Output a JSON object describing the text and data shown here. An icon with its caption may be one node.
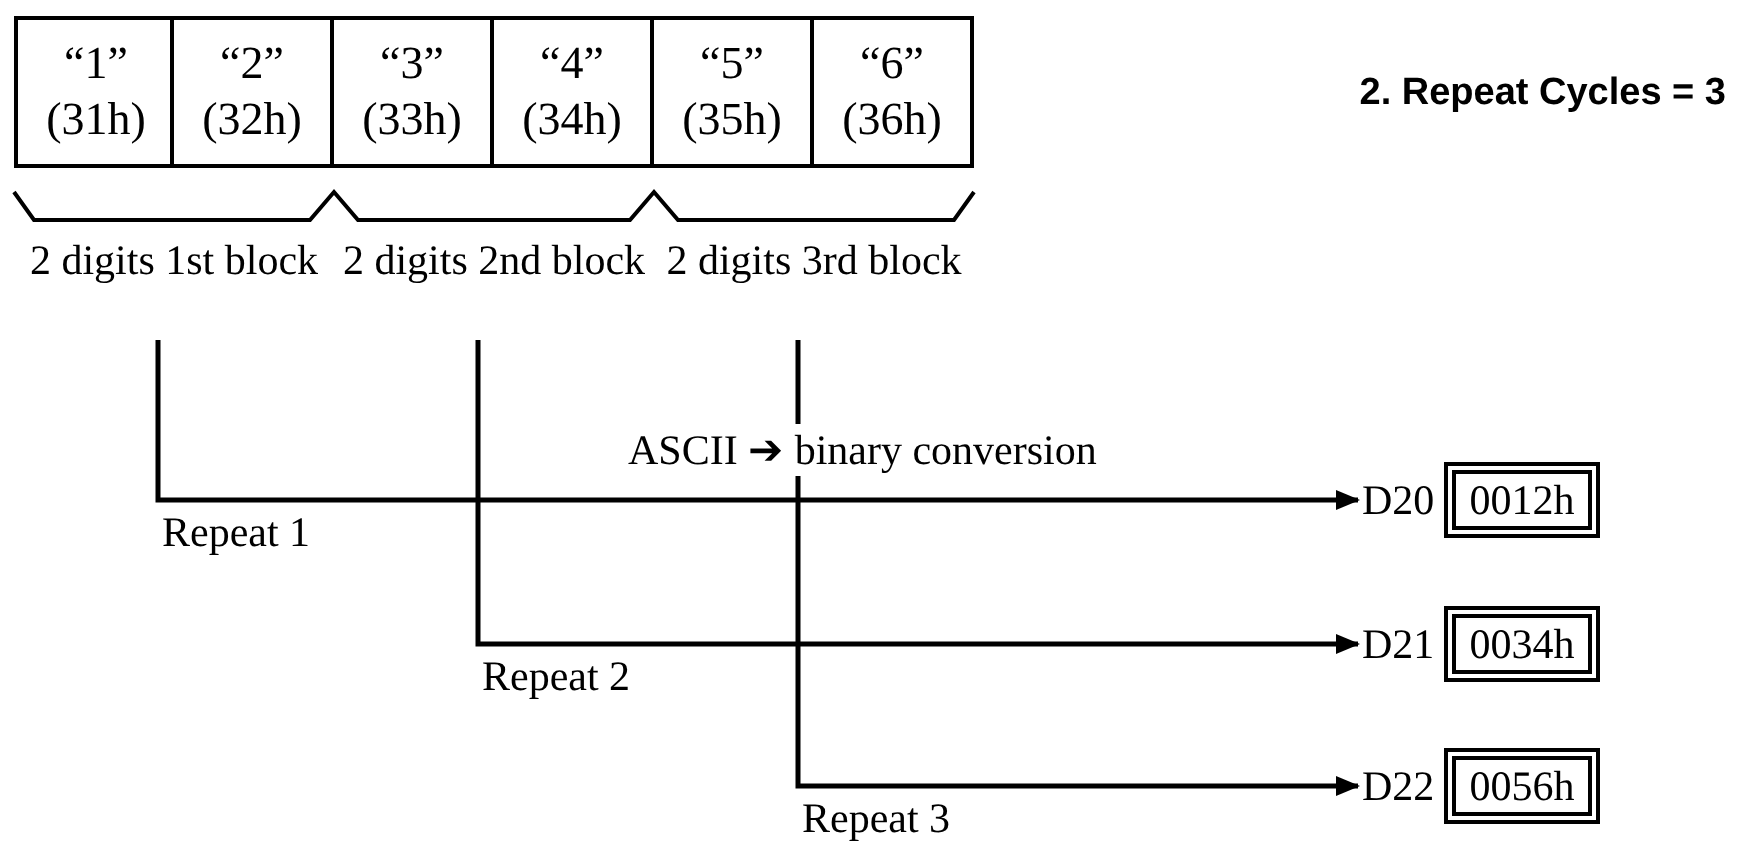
{
  "diagram": {
    "title": "2. Repeat Cycles = 3",
    "nodes": [
      {
        "text": [
          "“1”",
          "(31h)"
        ]
      },
      {
        "text": [
          "“2”",
          "(32h)"
        ]
      },
      {
        "text": [
          "“3”",
          "(33h)"
        ]
      },
      {
        "text": [
          "“4”",
          "(34h)"
        ]
      },
      {
        "text": [
          "“5”",
          "(35h)"
        ]
      },
      {
        "text": [
          "“6”",
          "(36h)"
        ]
      },
      {
        "text": [
          "2 digits 1st block"
        ]
      },
      {
        "text": [
          "2 digits 2nd block"
        ]
      },
      {
        "text": [
          "2 digits 3rd block"
        ]
      },
      {
        "text": [
          "D20"
        ]
      },
      {
        "text": [
          "D21"
        ]
      },
      {
        "text": [
          "D22"
        ]
      },
      {
        "text": [
          "0012h"
        ]
      },
      {
        "text": [
          "0034h"
        ]
      },
      {
        "text": [
          "0056h"
        ]
      }
    ],
    "edges": [
      {
        "from": 6,
        "to": 9,
        "arrow": "to",
        "label": "Repeat 1"
      },
      {
        "from": 7,
        "to": 10,
        "arrow": "to",
        "label": "Repeat 2"
      },
      {
        "from": 8,
        "to": 11,
        "arrow": "to",
        "label": "Repeat 3"
      }
    ],
    "labels": [
      "ASCII ➔ binary conversion"
    ]
  }
}
